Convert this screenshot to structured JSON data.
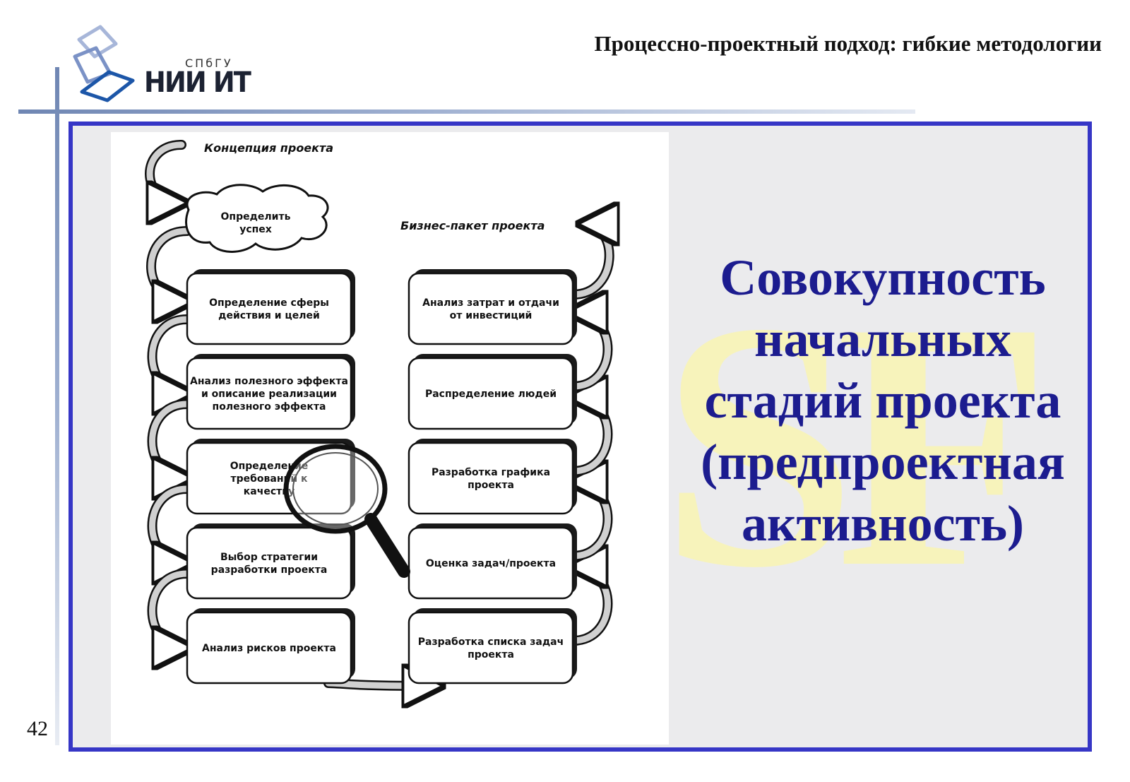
{
  "slide": {
    "title": "Процессно-проектный подход: гибкие методологии",
    "page_number": "42",
    "watermark": "SF"
  },
  "logo": {
    "top_text": "СПбГУ",
    "main_text": "НИИ ИТ"
  },
  "main_statement": {
    "lines": [
      "Совокупность",
      "начальных",
      "стадий проекта",
      "(предпроектная",
      "активность)"
    ],
    "color": "#1c1c8f"
  },
  "diagram": {
    "left_heading": "Концепция проекта",
    "right_heading": "Бизнес-пакет проекта",
    "cloud": [
      "Определить",
      "успех"
    ],
    "left_steps": [
      [
        "Определение сферы",
        "действия и целей"
      ],
      [
        "Анализ полезного эффекта",
        "и описание реализации",
        "полезного эффекта"
      ],
      [
        "Определение",
        "требований к",
        "качеству"
      ],
      [
        "Выбор стратегии",
        "разработки проекта"
      ],
      [
        "Анализ рисков проекта"
      ]
    ],
    "right_steps": [
      [
        "Анализ затрат и отдачи",
        "от инвестиций"
      ],
      [
        "Распределение людей"
      ],
      [
        "Разработка графика",
        "проекта"
      ],
      [
        "Оценка задач/проекта"
      ],
      [
        "Разработка списка задач",
        "проекта"
      ]
    ],
    "icons": [
      "magnifier-icon"
    ]
  },
  "colors": {
    "frame_border": "#3636c6",
    "frame_background": "#ebebed",
    "accent_line": "#6f86b3"
  }
}
